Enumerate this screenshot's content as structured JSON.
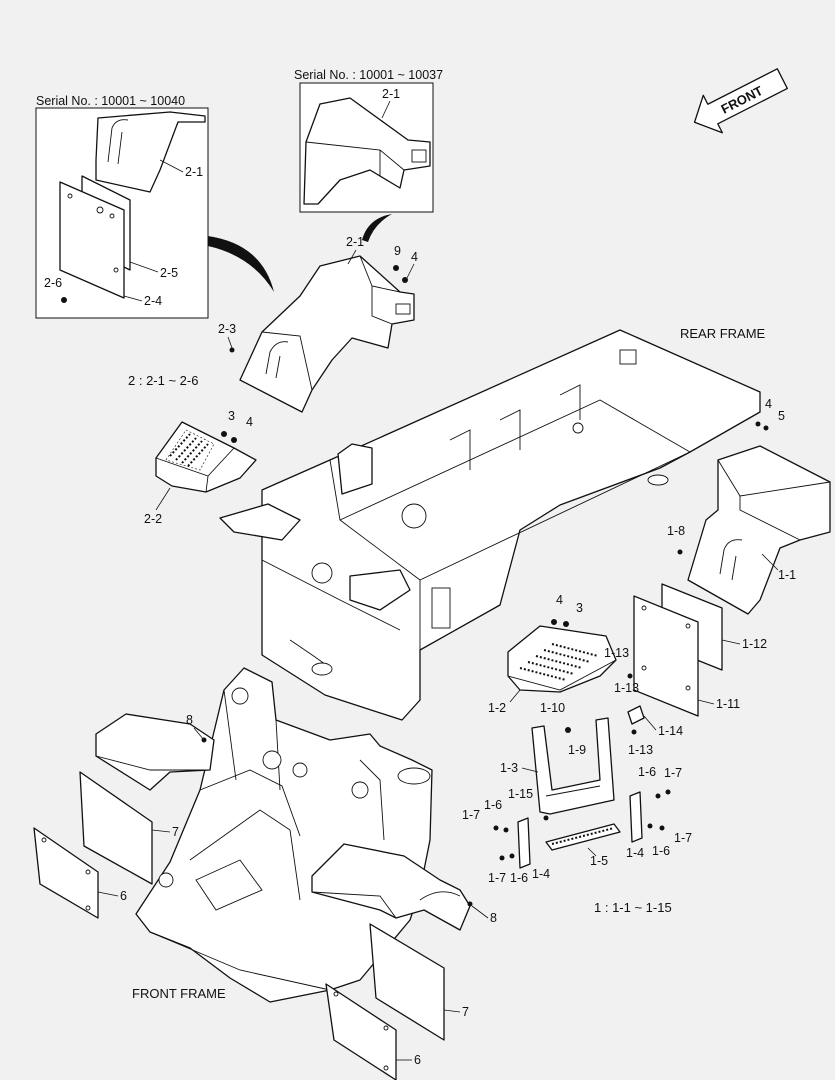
{
  "serial_notes": {
    "left": "Serial No. : 10001 ~ 10040",
    "right": "Serial No. : 10001 ~ 10037"
  },
  "front_arrow": "FRONT",
  "captions": {
    "rear_frame": "REAR FRAME",
    "front_frame": "FRONT FRAME",
    "group2_range": "2 : 2-1 ~ 2-6",
    "group1_range": "1 : 1-1 ~ 1-15"
  },
  "callouts": {
    "inset_left_2_1": "2-1",
    "inset_left_2_5": "2-5",
    "inset_left_2_6": "2-6",
    "inset_left_2_4": "2-4",
    "inset_right_2_1": "2-1",
    "top_2_1": "2-1",
    "top_9": "9",
    "top_4": "4",
    "top_2_3": "2-3",
    "mid_3": "3",
    "mid_4": "4",
    "left_2_2": "2-2",
    "right_4": "4",
    "right_5": "5",
    "right_1_8": "1-8",
    "right_1_1": "1-1",
    "step_4": "4",
    "step_3": "3",
    "right_1_12": "1-12",
    "right_1_13a": "1-13",
    "right_1_13b": "1-13",
    "right_1_13c": "1-13",
    "right_1_11": "1-11",
    "step_1_2": "1-2",
    "step_1_10": "1-10",
    "step_1_9": "1-9",
    "right_1_14": "1-14",
    "step_1_3": "1-3",
    "right_1_6a": "1-6",
    "right_1_7a": "1-7",
    "left_1_7a": "1-7",
    "left_1_6a": "1-6",
    "step_1_15": "1-15",
    "right_1_7b": "1-7",
    "right_1_6b": "1-6",
    "right_1_4": "1-4",
    "step_1_5": "1-5",
    "left_1_7b": "1-7",
    "left_1_6b": "1-6",
    "left_1_4": "1-4",
    "front_8a": "8",
    "front_7a": "7",
    "front_6a": "6",
    "front_8b": "8",
    "front_7b": "7",
    "front_6b": "6"
  }
}
